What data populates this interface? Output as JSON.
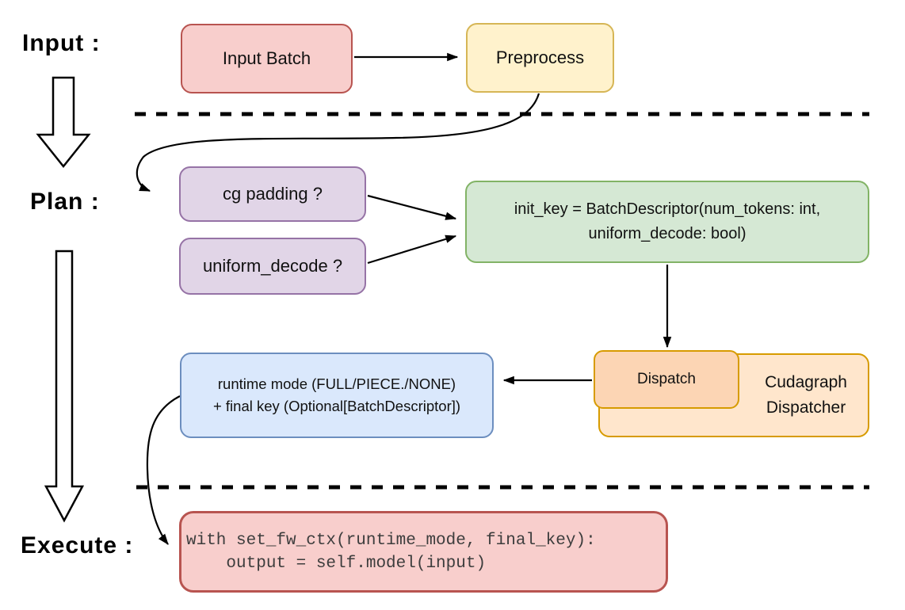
{
  "diagram": {
    "title_semantic": "cudagraph dispatch flow",
    "stage_labels": {
      "input": "Input :",
      "plan": "Plan :",
      "execute": "Execute :"
    },
    "nodes": {
      "input_batch": {
        "label": "Input Batch",
        "fill": "#f8cecc",
        "stroke": "#b85450"
      },
      "preprocess": {
        "label": "Preprocess",
        "fill": "#fff2cc",
        "stroke": "#d6b656"
      },
      "cg_padding": {
        "label": "cg padding ?",
        "fill": "#e1d5e7",
        "stroke": "#9673a6"
      },
      "uniform_decode": {
        "label": "uniform_decode ?",
        "fill": "#e1d5e7",
        "stroke": "#9673a6"
      },
      "init_key": {
        "label": "init_key = BatchDescriptor(num_tokens: int,\nuniform_decode: bool)",
        "fill": "#d5e8d4",
        "stroke": "#82b366"
      },
      "dispatch": {
        "label": "Dispatch",
        "fill": "#fcd5b4",
        "stroke": "#d79b00"
      },
      "cudagraph_dispatcher": {
        "label": "Cudagraph\nDispatcher",
        "fill": "#ffe6cc",
        "stroke": "#d79b00"
      },
      "runtime_result": {
        "label": "runtime mode (FULL/PIECE./NONE)\n+ final key (Optional[BatchDescriptor])",
        "fill": "#dae8fc",
        "stroke": "#6c8ebf"
      },
      "execute_code": {
        "label": "with set_fw_ctx(runtime_mode, final_key):\n    output = self.model(input)",
        "fill": "#f8cecc",
        "stroke": "#b85450"
      }
    },
    "line_color": "#000000"
  }
}
